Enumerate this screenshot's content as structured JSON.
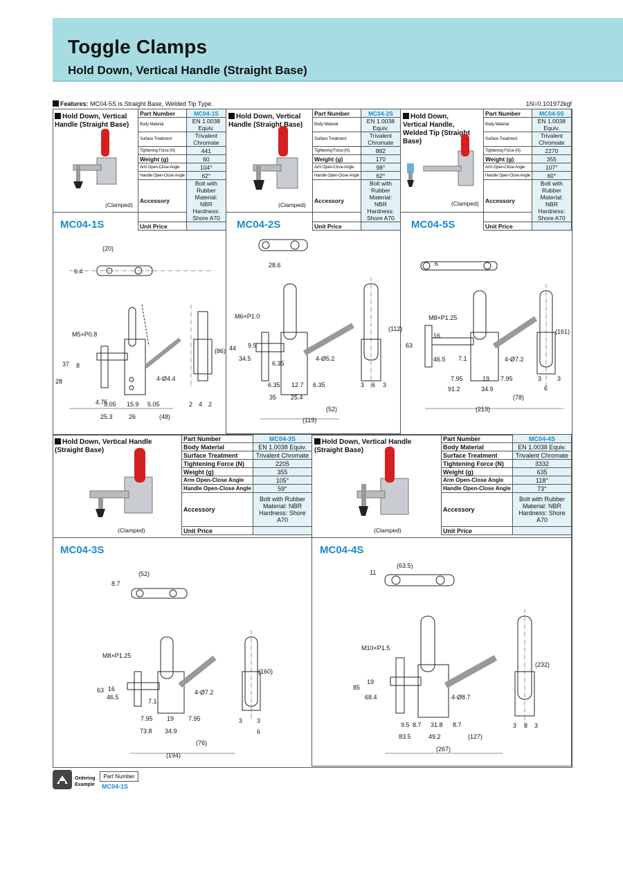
{
  "header": {
    "title": "Toggle Clamps",
    "subtitle": "Hold Down, Vertical Handle (Straight Base)"
  },
  "features": {
    "label": "Features:",
    "text": "MC04-5S is Straight Base, Welded Tip Type.",
    "unit_note": "1N=0.101972kgf"
  },
  "clamped_label": "(Clamped)",
  "keys": {
    "part_number": "Part Number",
    "body_material": "Body Material",
    "surface_treatment": "Surface Treatment",
    "tightening_force": "Tightening Force (N)",
    "weight": "Weight (g)",
    "arm_angle": "Arm Open-Close Angle",
    "handle_angle": "Handle Open-Close Angle",
    "accessory": "Accessory",
    "unit_price": "Unit Price"
  },
  "products": {
    "mc04_1s": {
      "type_label": "Hold Down, Vertical Handle (Straight Base)",
      "part_number": "MC04-1S",
      "body_material": "EN 1.0038 Equiv.",
      "surface_treatment": "Trivalent Chromate",
      "tightening_force": "441",
      "weight": "60",
      "arm_angle": "104°",
      "handle_angle": "62°",
      "accessory": "Bolt with Rubber Material: NBR Hardness: Shore A70",
      "unit_price": ""
    },
    "mc04_2s": {
      "type_label": "Hold Down, Vertical Handle (Straight Base)",
      "part_number": "MC04-2S",
      "body_material": "EN 1.0038 Equiv.",
      "surface_treatment": "Trivalent Chromate",
      "tightening_force": "882",
      "weight": "170",
      "arm_angle": "98°",
      "handle_angle": "62°",
      "accessory": "Bolt with Rubber Material: NBR Hardness: Shore A70",
      "unit_price": ""
    },
    "mc04_5s": {
      "type_label": "Hold Down, Vertical Handle, Welded Tip (Straight Base)",
      "part_number": "MC04-5S",
      "body_material": "EN 1.0038 Equiv.",
      "surface_treatment": "Trivalent Chromate",
      "tightening_force": "2270",
      "weight": "355",
      "arm_angle": "107°",
      "handle_angle": "60°",
      "accessory": "Bolt with Rubber Material: NBR Hardness: Shore A70",
      "unit_price": ""
    },
    "mc04_3s": {
      "type_label": "Hold Down, Vertical Handle (Straight Base)",
      "part_number": "MC04-3S",
      "body_material": "EN 1.0038 Equiv.",
      "surface_treatment": "Trivalent Chromate",
      "tightening_force": "2205",
      "weight": "355",
      "arm_angle": "105°",
      "handle_angle": "59°",
      "accessory": "Bolt with Rubber Material: NBR Hardness: Shore A70",
      "unit_price": ""
    },
    "mc04_4s": {
      "type_label": "Hold Down, Vertical Handle (Straight Base)",
      "part_number": "MC04-4S",
      "body_material": "EN 1.0038 Equiv.",
      "surface_treatment": "Trivalent Chromate",
      "tightening_force": "3332",
      "weight": "635",
      "arm_angle": "118°",
      "handle_angle": "73°",
      "accessory": "Bolt with Rubber Material: NBR Hardness: Shore A70",
      "unit_price": ""
    }
  },
  "drawings": {
    "mc04_1s": {
      "title": "MC04-1S",
      "dims": [
        "(20)",
        "6.4",
        "M5×P0.8",
        "37",
        "8",
        "28",
        "(86)",
        "4-Ø4.4",
        "4.75",
        "5.05",
        "15.9",
        "5.05",
        "25.3",
        "26",
        "(48)",
        "2",
        "4",
        "2"
      ]
    },
    "mc04_2s": {
      "title": "MC04-2S",
      "dims": [
        "28.6",
        "M6×P1.0",
        "44",
        "34.5",
        "9.5",
        "6.35",
        "4-Ø5.2",
        "(112)",
        "6.35",
        "12.7",
        "6.35",
        "35",
        "25.4",
        "(52)",
        "(119)",
        "3",
        "6",
        "3"
      ]
    },
    "mc04_5s": {
      "title": "MC04-5S",
      "dims": [
        "6",
        "M8×P1.25",
        "63",
        "16",
        "46.5",
        "7.1",
        "4-Ø7.2",
        "(161)",
        "7.95",
        "19",
        "7.95",
        "91.2",
        "34.9",
        "(78)",
        "(213)",
        "3",
        "3",
        "6"
      ]
    },
    "mc04_3s": {
      "title": "MC04-3S",
      "dims": [
        "(52)",
        "8.7",
        "M8×P1.25",
        "63",
        "46.5",
        "16",
        "7.1",
        "4-Ø7.2",
        "(160)",
        "7.95",
        "19",
        "7.95",
        "73.8",
        "34.9",
        "(76)",
        "(194)",
        "3",
        "3",
        "6"
      ]
    },
    "mc04_4s": {
      "title": "MC04-4S",
      "dims": [
        "(63.5)",
        "11",
        "M10×P1.5",
        "85",
        "68.4",
        "19",
        "4-Ø8.7",
        "(232)",
        "9.5",
        "8.7",
        "31.8",
        "8.7",
        "83.5",
        "49.2",
        "(127)",
        "(267)",
        "3",
        "8",
        "3"
      ]
    }
  },
  "ordering": {
    "label": "Ordering Example",
    "pn_header": "Part Number",
    "pn_value": "MC04-1S"
  },
  "colors": {
    "header_bg": "#a7dce3",
    "accent": "#1a8ad0",
    "handle_red": "#d42020",
    "cell_bg": "#e3f2f7"
  }
}
